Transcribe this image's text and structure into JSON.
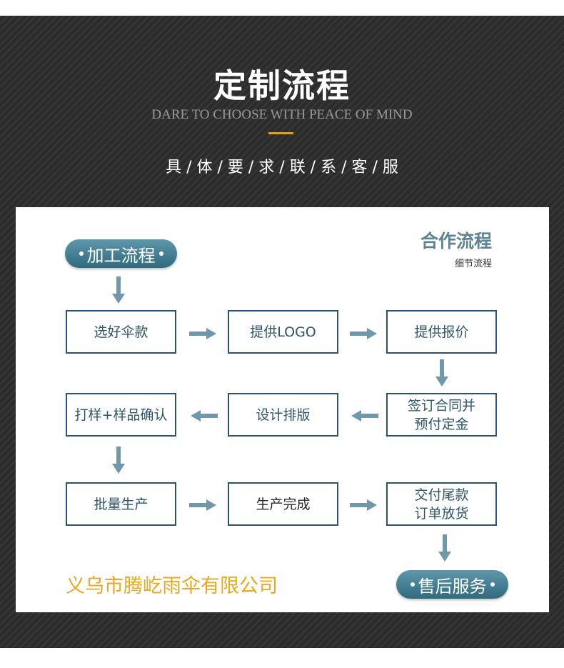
{
  "header": {
    "title": "定制流程",
    "subtitle": "DARE TO CHOOSE WITH PEACE OF MIND",
    "tagline": "具 / 体 / 要 / 求 / 联 / 系 / 客 / 服"
  },
  "panel": {
    "start_label": "加工流程",
    "end_label": "售后服务",
    "coop_title": "合作流程",
    "coop_subtitle": "细节流程",
    "company": "义乌市腾屹雨伞有限公司",
    "steps": [
      "选好伞款",
      "提供LOGO",
      "提供报价",
      "签订合同并\n预付定金",
      "设计排版",
      "打样+样品确认",
      "批量生产",
      "生产完成",
      "交付尾款\n订单放货"
    ]
  },
  "colors": {
    "accent_gold": "#e4a317",
    "box_border": "#2d5371",
    "pill_teal": "#3f7a8f",
    "arrow": "#6f98aa"
  }
}
